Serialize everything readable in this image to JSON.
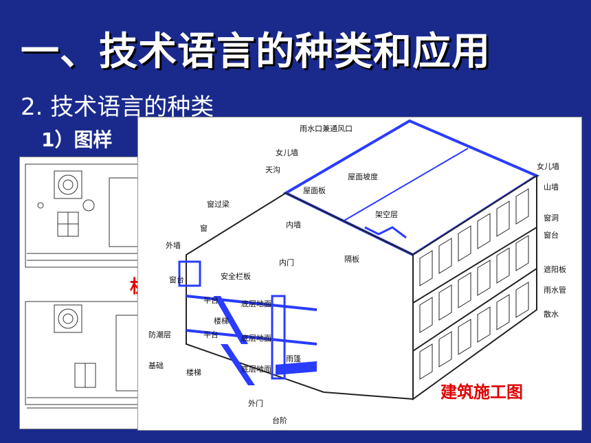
{
  "slide": {
    "title": "一、技术语言的种类和应用",
    "subtitle": "2. 技术语言的种类",
    "subheading": "1）图样"
  },
  "left_image": {
    "caption_fragment": "机"
  },
  "main_image": {
    "caption": "建筑施工图",
    "labels": [
      "雨水口兼通风口",
      "女儿墙",
      "天沟",
      "屋面坡度",
      "女儿墙",
      "山墙",
      "屋面板",
      "窗过梁",
      "架空层",
      "窗洞",
      "窗",
      "内墙",
      "窗台",
      "外墙",
      "内门",
      "隔板",
      "遮阳板",
      "窗台",
      "安全栏板",
      "雨水管",
      "平台",
      "底层地面",
      "楼梯",
      "散水",
      "防潮层",
      "平台",
      "底层地面",
      "基础",
      "楼梯",
      "底层地面",
      "雨篷",
      "外门",
      "台阶"
    ]
  },
  "colors": {
    "background": "#1a2a8c",
    "title": "#ffffff",
    "caption": "#e00000",
    "drawing_highlight": "#2a3cff"
  }
}
